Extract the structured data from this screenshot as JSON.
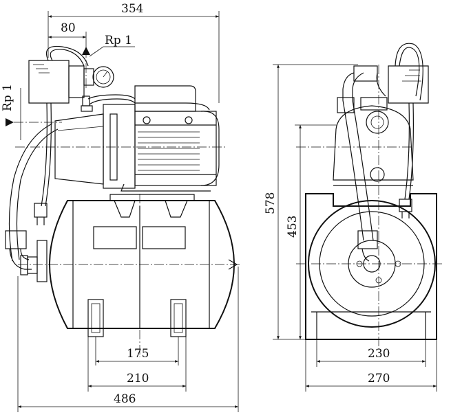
{
  "dimensions": {
    "total_height": "578",
    "axis_height": "453",
    "overall_length": "486",
    "foot_spacing_inner": "175",
    "foot_spacing_outer": "210",
    "pump_length": "354",
    "connection_offset": "80",
    "width_inner": "230",
    "width_outer": "270"
  },
  "connections": {
    "outlet": "Rp 1",
    "inlet": "Rp 1"
  }
}
